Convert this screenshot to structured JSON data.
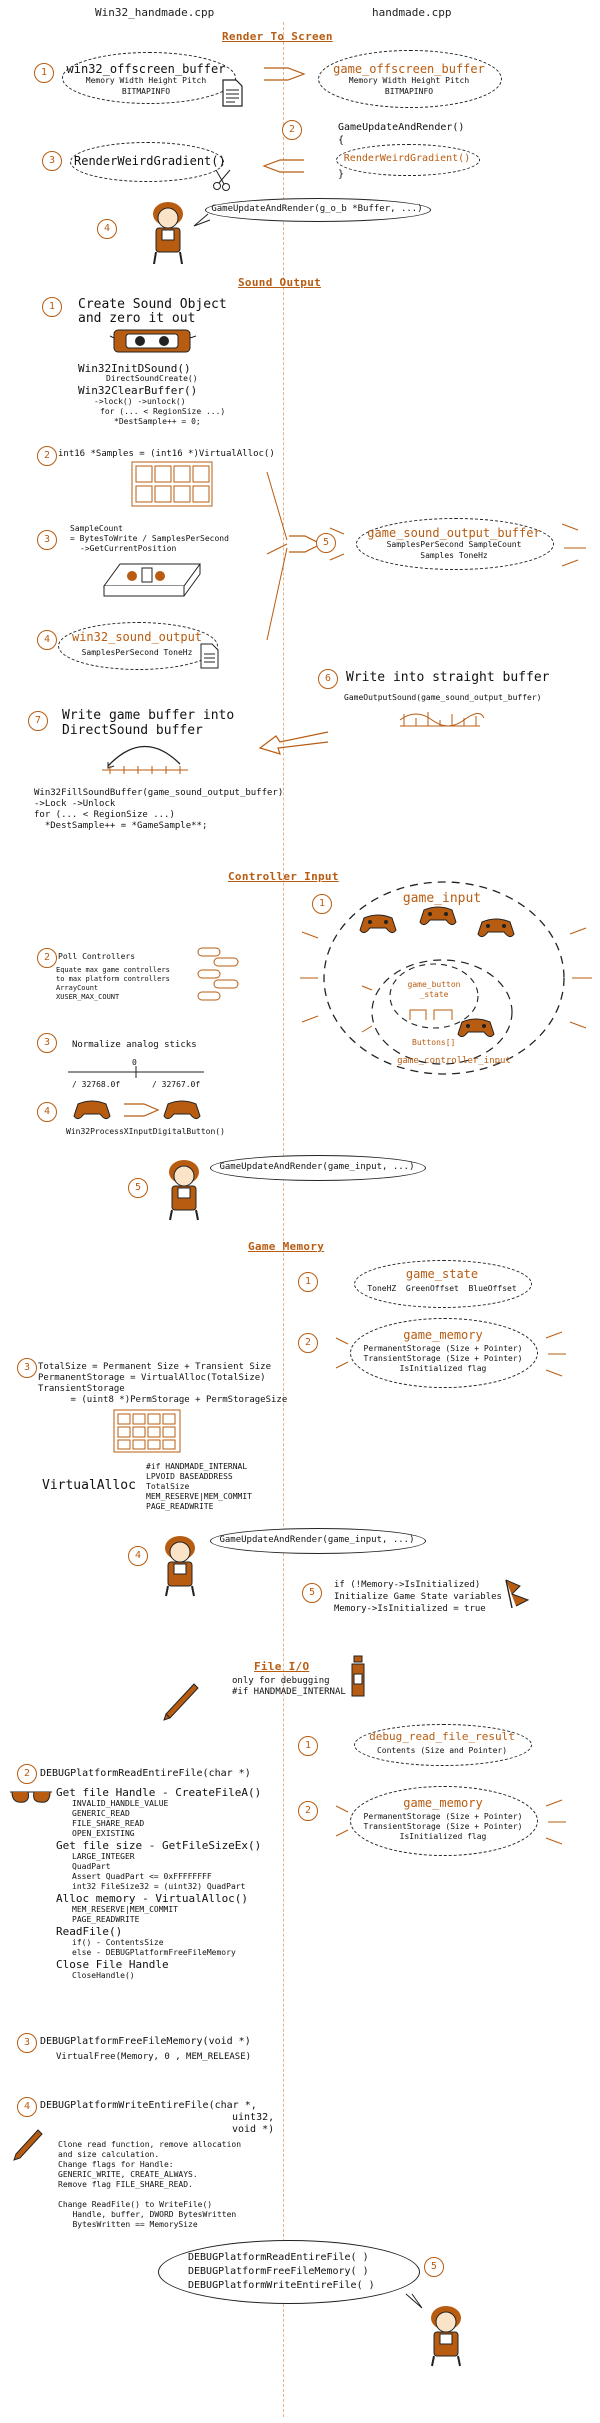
{
  "columns": {
    "left": "Win32_handmade.cpp",
    "right": "handmade.cpp"
  },
  "render": {
    "title": "Render To Screen",
    "s1": {
      "num": "1",
      "label": "win32_offscreen_buffer",
      "fields": "Memory Width Height Pitch",
      "fields2": "BITMAPINFO"
    },
    "s1r": {
      "label": "game_offscreen_buffer",
      "fields": "Memory Width Height Pitch",
      "fields2": "BITMAPINFO"
    },
    "s2": {
      "num": "2",
      "line1": "GameUpdateAndRender()",
      "line2": "{",
      "line3": "RenderWeirdGradient()",
      "line4": "}"
    },
    "s3": {
      "num": "3",
      "label": "RenderWeirdGradient()"
    },
    "s4": {
      "num": "4",
      "bubble": "GameUpdateAndRender(g_o_b *Buffer, ...)"
    }
  },
  "sound": {
    "title": "Sound Output",
    "s1": {
      "num": "1",
      "title1": "Create Sound Object",
      "title2": "and zero it out",
      "code": [
        "Win32InitDSound()",
        "DirectSoundCreate()",
        "Win32ClearBuffer()",
        "->lock() ->unlock()",
        "for (... < RegionSize ...)",
        "*DestSample++ = 0;"
      ]
    },
    "s2": {
      "num": "2",
      "code": "int16 *Samples = (int16 *)VirtualAlloc()"
    },
    "s3": {
      "num": "3",
      "code": [
        "SampleCount",
        "= BytesToWrite / SamplesPerSecond",
        "->GetCurrentPosition"
      ]
    },
    "s4": {
      "num": "4",
      "label": "win32_sound_output",
      "fields": "SamplesPerSecond ToneHz"
    },
    "s5": {
      "num": "5",
      "label": "game_sound_output_buffer",
      "fields": "SamplesPerSecond SampleCount",
      "fields2": "Samples ToneHz"
    },
    "s6": {
      "num": "6",
      "title": "Write into straight buffer",
      "code": "GameOutputSound(game_sound_output_buffer)"
    },
    "s7": {
      "num": "7",
      "title1": "Write game buffer into",
      "title2": "DirectSound buffer",
      "code": [
        "Win32FillSoundBuffer(game_sound_output_buffer)",
        "->Lock  ->Unlock",
        "for (... < RegionSize ...)",
        "  *DestSample++ = *GameSample**;"
      ]
    }
  },
  "controller": {
    "title": "Controller Input",
    "s1": {
      "num": "1",
      "outer": "game_input",
      "inner": "game_button",
      "inner2": "_state",
      "buttons": "Buttons[]",
      "ctrl": "game_controller_input"
    },
    "s2": {
      "num": "2",
      "code": [
        "Poll Controllers",
        "Equate max game controllers",
        "to max platform controllers",
        "ArrayCount",
        "XUSER_MAX_COUNT"
      ]
    },
    "s3": {
      "num": "3",
      "title": "Normalize analog sticks",
      "zero": "0",
      "min": "/ 32768.0f",
      "max": "/ 32767.0f"
    },
    "s4": {
      "num": "4",
      "code": "Win32ProcessXInputDigitalButton()"
    },
    "s5": {
      "num": "5",
      "bubble": "GameUpdateAndRender(game_input, ...)"
    }
  },
  "memory": {
    "title": "Game Memory",
    "s1": {
      "num": "1",
      "label": "game_state",
      "fields": "ToneHZ  GreenOffset  BlueOffset"
    },
    "s2": {
      "num": "2",
      "label": "game_memory",
      "f1": "PermanentStorage (Size + Pointer)",
      "f2": "TransientStorage (Size + Pointer)",
      "f3": "IsInitialized flag"
    },
    "s3": {
      "num": "3",
      "code": [
        "TotalSize = Permanent Size + Transient Size",
        "PermanentStorage = VirtualAlloc(TotalSize)",
        "TransientStorage",
        "      = (uint8 *)PermStorage + PermStorageSize"
      ],
      "va": "VirtualAlloc",
      "params": [
        "#if HANDMADE_INTERNAL",
        "LPVOID BASEADDRESS",
        "TotalSize",
        "MEM_RESERVE|MEM_COMMIT",
        "PAGE_READWRITE"
      ]
    },
    "s4": {
      "num": "4",
      "bubble": "GameUpdateAndRender(game_input, ...)"
    },
    "s5": {
      "num": "5",
      "code": [
        "if (!Memory->IsInitialized)",
        "Initialize Game State variables",
        "Memory->IsInitialized = true"
      ]
    }
  },
  "fileio": {
    "title": "File I/O",
    "note1": "only for debugging",
    "note2": "#if HANDMADE_INTERNAL",
    "s1": {
      "num": "1",
      "label": "debug_read_file_result",
      "fields": "Contents (Size and Pointer)"
    },
    "s2r": {
      "num": "2",
      "label": "game_memory",
      "f1": "PermanentStorage (Size + Pointer)",
      "f2": "TransientStorage (Size + Pointer)",
      "f3": "IsInitialized flag"
    },
    "s2": {
      "num": "2",
      "head": "DEBUGPlatformReadEntireFile(char *)",
      "code": [
        {
          "t": "Get file Handle - CreateFileA()",
          "lvl": 0
        },
        {
          "t": "INVALID_HANDLE_VALUE",
          "lvl": 1
        },
        {
          "t": "GENERIC_READ",
          "lvl": 1
        },
        {
          "t": "FILE_SHARE_READ",
          "lvl": 1
        },
        {
          "t": "OPEN_EXISTING",
          "lvl": 1
        },
        {
          "t": "Get file size - GetFileSizeEx()",
          "lvl": 0
        },
        {
          "t": "LARGE_INTEGER",
          "lvl": 1
        },
        {
          "t": "QuadPart",
          "lvl": 1
        },
        {
          "t": "Assert QuadPart <= 0xFFFFFFFF",
          "lvl": 1
        },
        {
          "t": "int32 FileSize32 = (uint32) QuadPart",
          "lvl": 1
        },
        {
          "t": "Alloc memory - VirtualAlloc()",
          "lvl": 0
        },
        {
          "t": "MEM_RESERVE|MEM_COMMIT",
          "lvl": 1
        },
        {
          "t": "PAGE_READWRITE",
          "lvl": 1
        },
        {
          "t": "ReadFile()",
          "lvl": 0
        },
        {
          "t": "if() - ContentsSize",
          "lvl": 1
        },
        {
          "t": "else - DEBUGPlatformFreeFileMemory",
          "lvl": 1
        },
        {
          "t": "Close File Handle",
          "lvl": 0
        },
        {
          "t": "CloseHandle()",
          "lvl": 1
        }
      ]
    },
    "s3": {
      "num": "3",
      "head": "DEBUGPlatformFreeFileMemory(void *)",
      "code": "VirtualFree(Memory, 0 , MEM_RELEASE)"
    },
    "s4": {
      "num": "4",
      "head1": "DEBUGPlatformWriteEntireFile(char *,",
      "head2": "uint32,",
      "head3": "void *)",
      "code": [
        "Clone read function, remove allocation",
        "and size calculation.",
        "Change flags for Handle:",
        "GENERIC_WRITE, CREATE_ALWAYS.",
        "Remove flag FILE_SHARE_READ.",
        "",
        "Change ReadFile() to WriteFile()",
        "   Handle, buffer, DWORD BytesWritten",
        "   BytesWritten == MemorySize"
      ]
    },
    "s5": {
      "num": "5",
      "lines": [
        "DEBUGPlatformReadEntireFile( )",
        "DEBUGPlatformFreeFileMemory( )",
        "DEBUGPlatformWriteEntireFile( )"
      ]
    }
  },
  "colors": {
    "accent": "#b85c12",
    "divider": "#e3b38c",
    "ink": "#111111"
  }
}
